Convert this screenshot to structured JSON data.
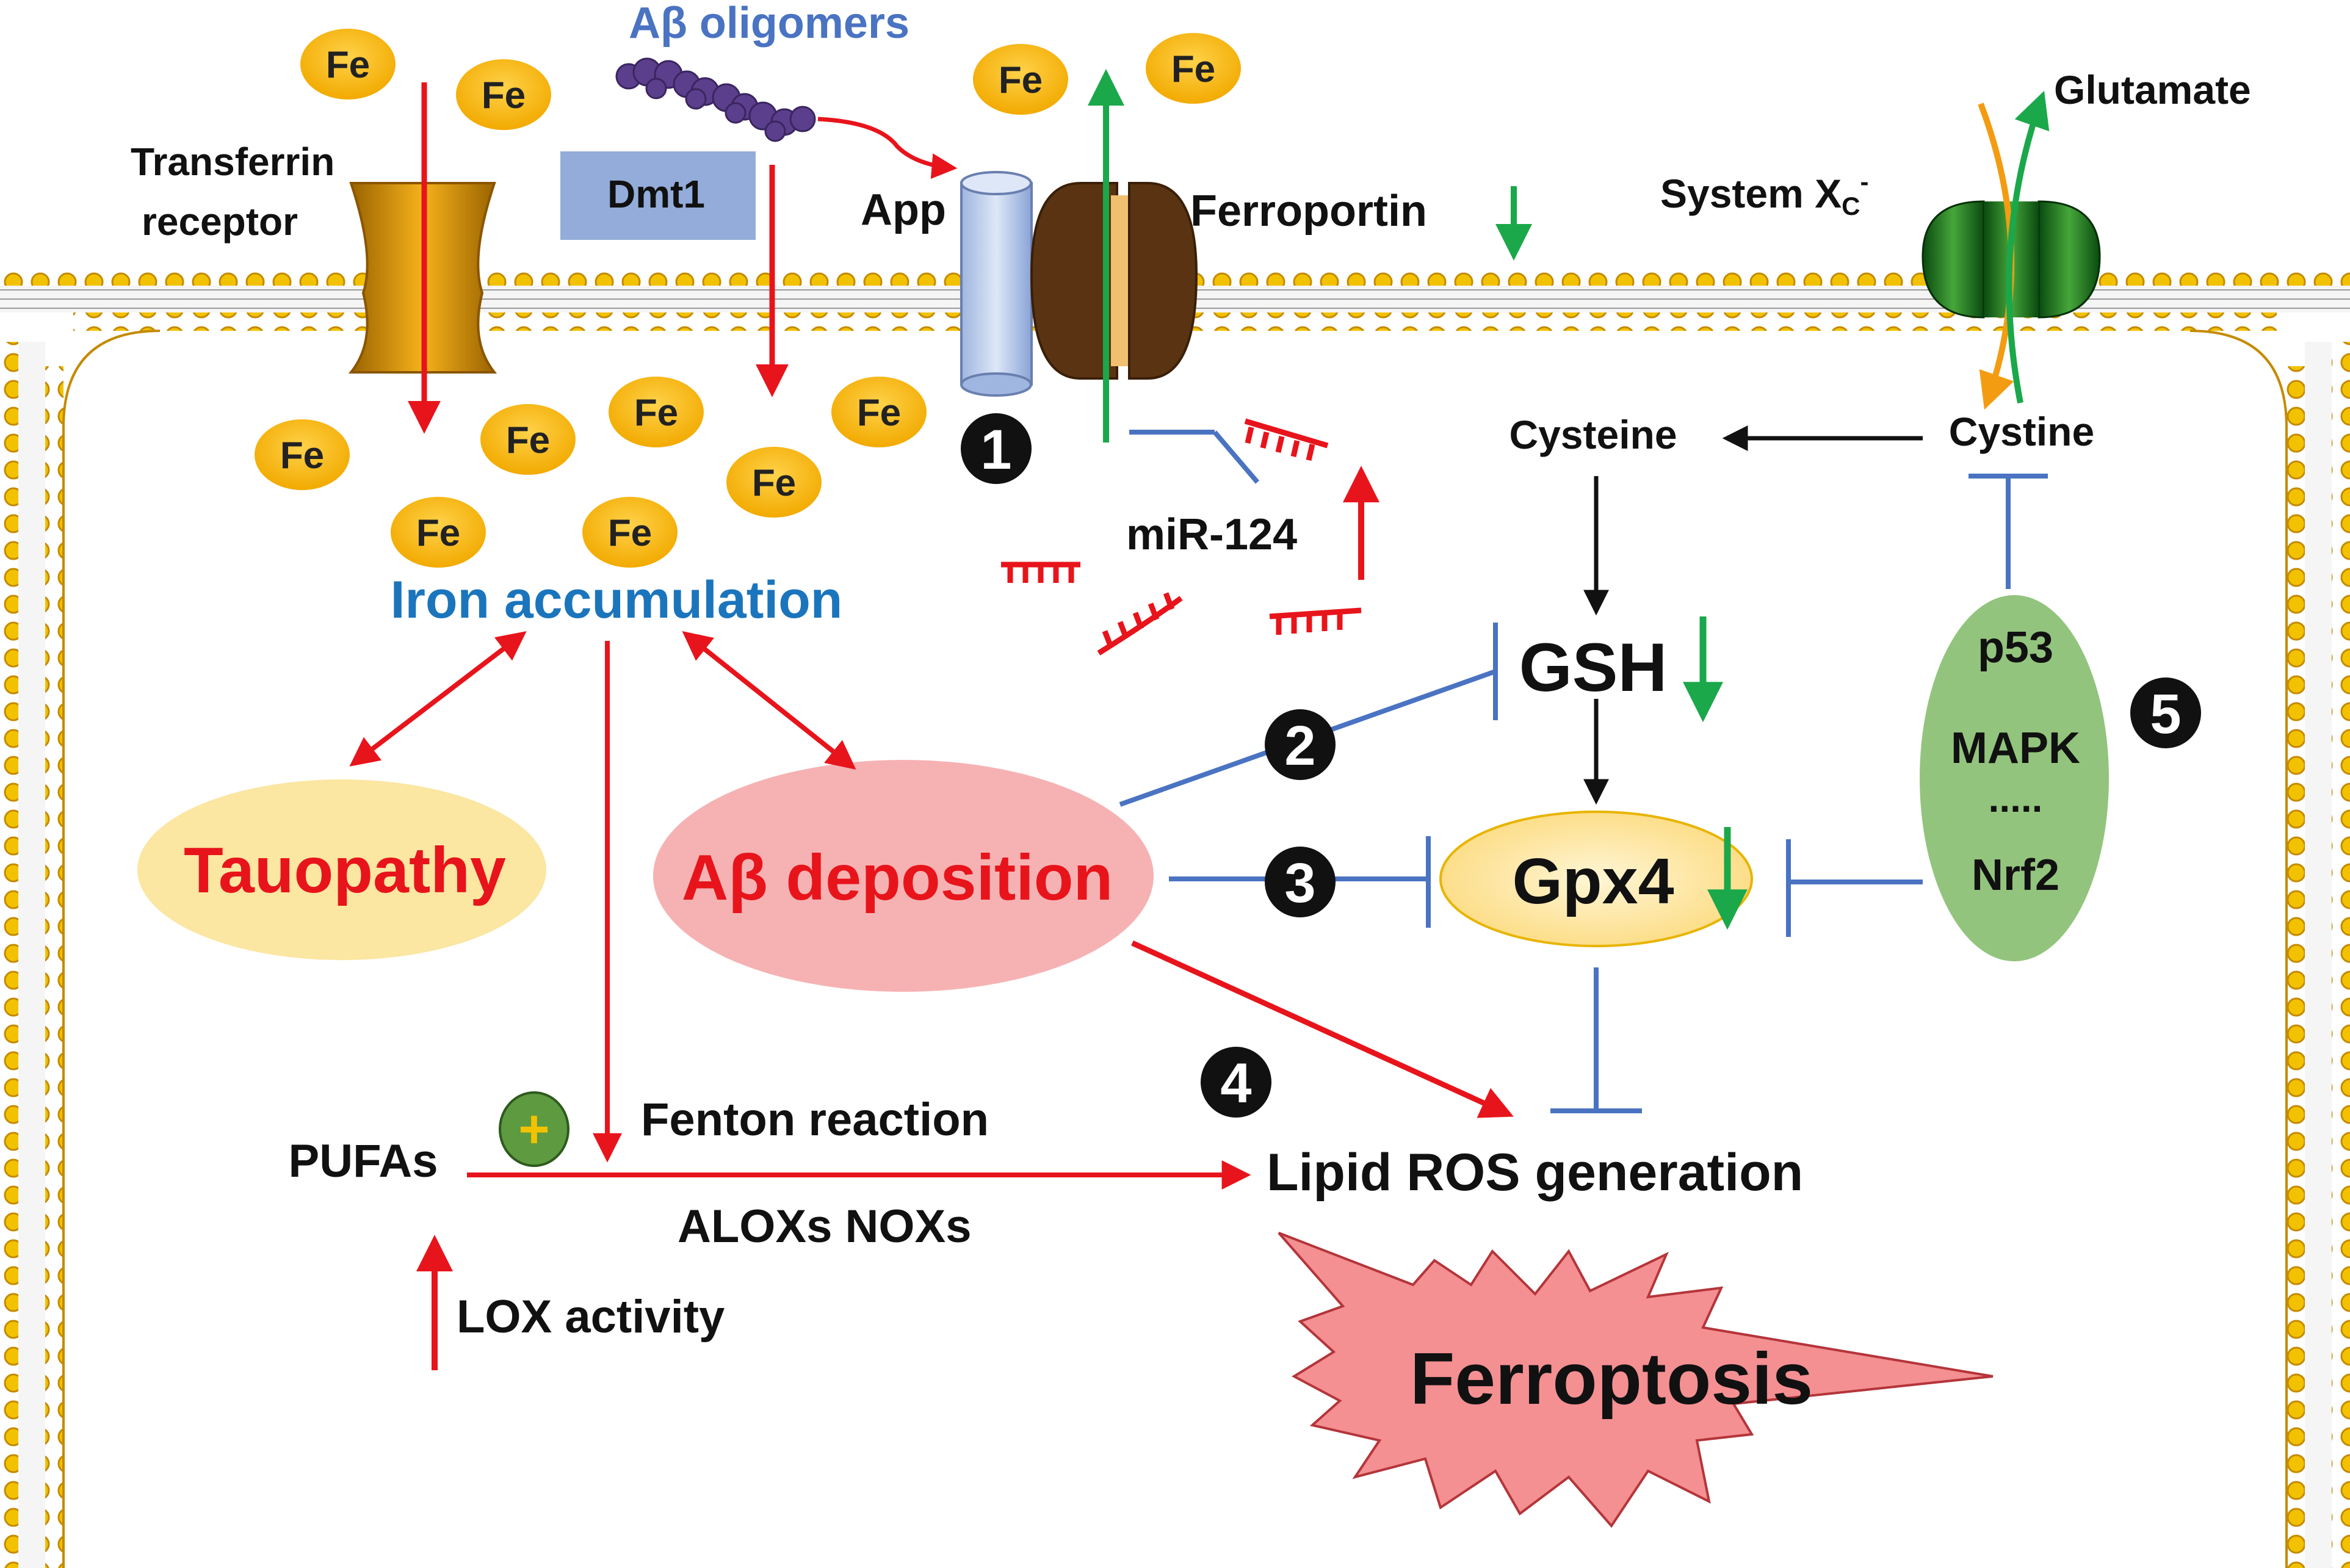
{
  "labels": {
    "abeta_oligomers": "Aβ oligomers",
    "transferrin_receptor_line1": "Transferrin",
    "transferrin_receptor_line2": "receptor",
    "dmt1": "Dmt1",
    "app": "App",
    "ferroportin": "Ferroportin",
    "system_xc": "System X",
    "system_xc_sub": "C",
    "system_xc_sup": "-",
    "glutamate": "Glutamate",
    "cystine": "Cystine",
    "cysteine": "Cysteine",
    "mir124": "miR-124",
    "iron_accumulation": "Iron accumulation",
    "gsh": "GSH",
    "gpx4": "Gpx4",
    "p53": "p53",
    "mapk": "MAPK",
    "dots": ".....",
    "nrf2": "Nrf2",
    "tauopathy": "Tauopathy",
    "abeta_deposition": "Aβ deposition",
    "pufas": "PUFAs",
    "plus": "+",
    "fenton_reaction": "Fenton reaction",
    "alox_nox": "ALOXs NOXs",
    "lipid_ros": "Lipid ROS generation",
    "lox_activity": "LOX activity",
    "ferroptosis": "Ferroptosis"
  },
  "iron": "Fe",
  "steps": [
    "1",
    "2",
    "3",
    "4",
    "5"
  ],
  "colors": {
    "red_arrow": "#e8141b",
    "green_arrow": "#1aa84a",
    "blue_inhibit": "#4a73c2",
    "iron_fill": "#f5b400",
    "iron_label": "#1b75bc",
    "deposition_text": "#e8141b",
    "tauopathy_fill": "#fbe6a2",
    "deposition_fill": "#f6b2b3",
    "gpx4_fill": "#fde9a6",
    "p53_fill": "#93c47d",
    "ferroptosis_fill": "#f48f92",
    "membrane_bead": "#e8b400",
    "mir_color": "#e8141b",
    "orange_arrow": "#f39c12"
  }
}
